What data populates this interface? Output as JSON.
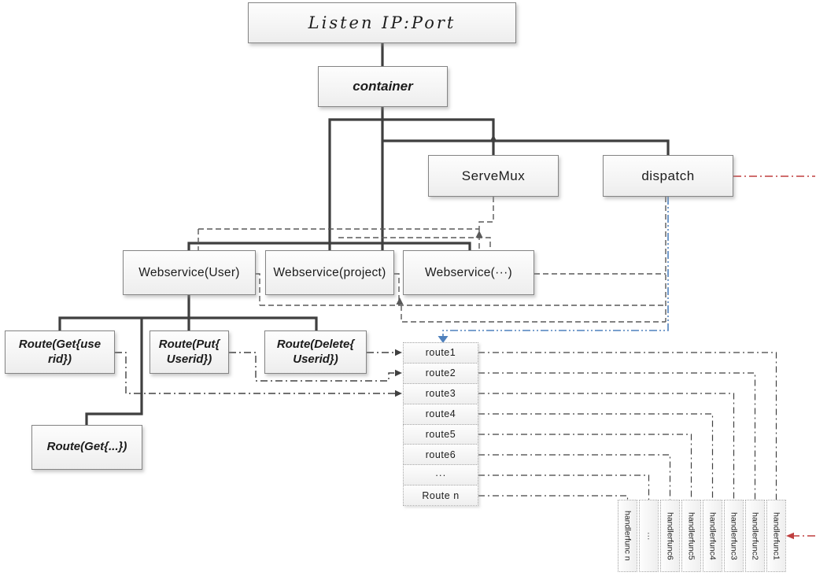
{
  "diagram_title": "HTTP listen / dispatch routing diagram",
  "nodes": {
    "listen": {
      "label": "Listen IP:Port"
    },
    "container": {
      "label": "container"
    },
    "servemux": {
      "label": "ServeMux"
    },
    "dispatch": {
      "label": "dispatch"
    },
    "ws_user": {
      "label": "Webservice(User)"
    },
    "ws_project": {
      "label": "Webservice(project)"
    },
    "ws_more": {
      "label": "Webservice(···)"
    },
    "route_get_userid": {
      "label": "Route(Get{use rid})"
    },
    "route_put_userid": {
      "label": "Route(Put{ Userid})"
    },
    "route_delete_userid": {
      "label": "Route(Delete{ Userid})"
    },
    "route_get_more": {
      "label": "Route(Get{...})"
    }
  },
  "route_table": {
    "rows": [
      "route1",
      "route2",
      "route3",
      "route4",
      "route5",
      "route6",
      "···",
      "Route n"
    ]
  },
  "handlers": {
    "cells": [
      "handlerfunc n",
      "···",
      "handlerfunc6",
      "handlerfunc5",
      "handlerfunc4",
      "handlerfunc3",
      "handlerfunc2",
      "handlerfunc1"
    ]
  },
  "colors": {
    "solid_line": "#3f3f3f",
    "dashed_line": "#595959",
    "dashdot_line": "#404040",
    "blue_line": "#4f81bd",
    "red_line": "#bf3f3f",
    "box_border": "#848484"
  }
}
